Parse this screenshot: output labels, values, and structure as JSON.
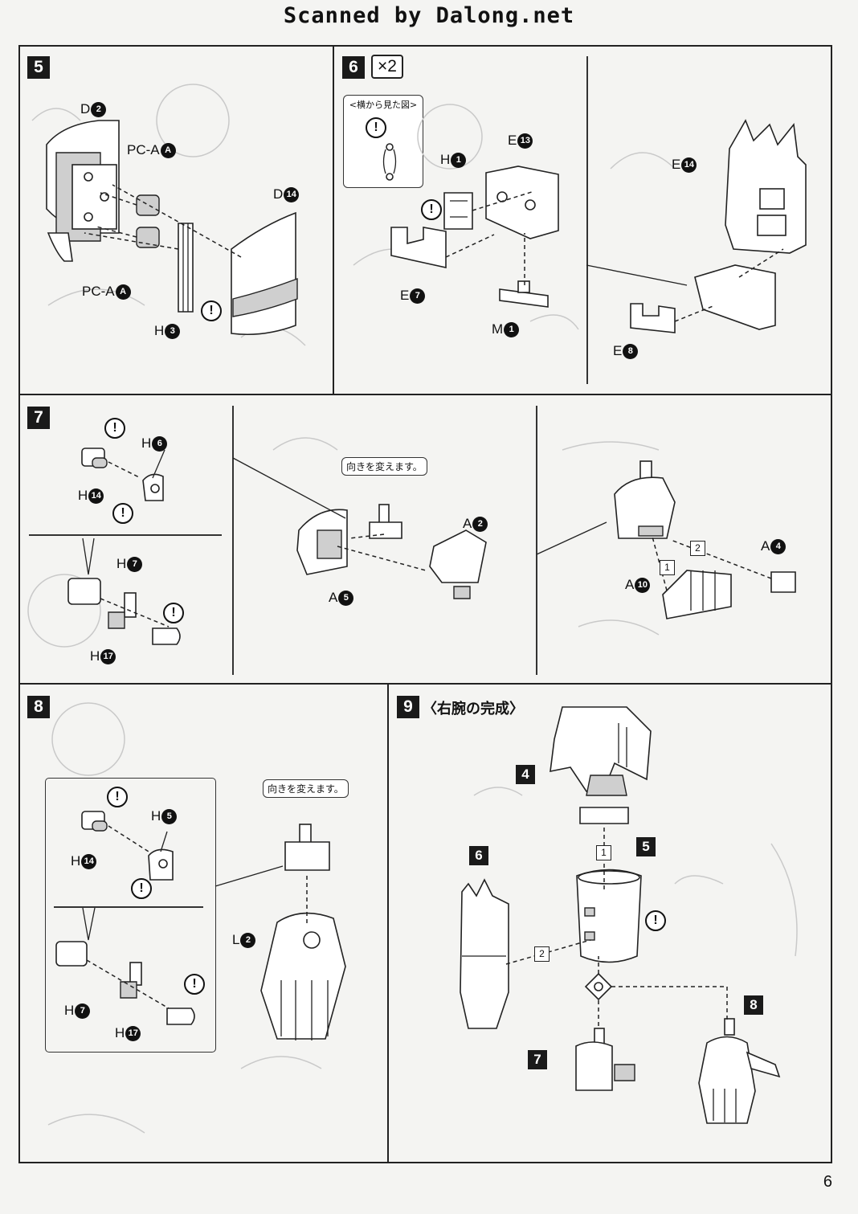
{
  "header": {
    "text": "Scanned by Dalong.net"
  },
  "page_number": "6",
  "step5": {
    "badge": "5",
    "labels": [
      {
        "letter": "D",
        "num": "2"
      },
      {
        "letter": "PC-A",
        "num": "A"
      },
      {
        "letter": "D",
        "num": "14"
      },
      {
        "letter": "PC-A",
        "num": "A"
      },
      {
        "letter": "H",
        "num": "3"
      }
    ]
  },
  "step6": {
    "badge": "6",
    "multiplier": "×2",
    "side_view_title": "<横から見た図>",
    "labels": [
      {
        "letter": "H",
        "num": "1"
      },
      {
        "letter": "E",
        "num": "13"
      },
      {
        "letter": "E",
        "num": "7"
      },
      {
        "letter": "M",
        "num": "1"
      },
      {
        "letter": "E",
        "num": "14"
      },
      {
        "letter": "E",
        "num": "8"
      }
    ]
  },
  "step7": {
    "badge": "7",
    "note": "向きを変えます。",
    "labels": [
      {
        "letter": "H",
        "num": "6"
      },
      {
        "letter": "H",
        "num": "14"
      },
      {
        "letter": "H",
        "num": "7"
      },
      {
        "letter": "H",
        "num": "17"
      },
      {
        "letter": "A",
        "num": "2"
      },
      {
        "letter": "A",
        "num": "5"
      },
      {
        "letter": "A",
        "num": "4"
      },
      {
        "letter": "A",
        "num": "10"
      }
    ],
    "order": [
      "1",
      "2"
    ]
  },
  "step8": {
    "badge": "8",
    "note": "向きを変えます。",
    "labels": [
      {
        "letter": "H",
        "num": "5"
      },
      {
        "letter": "H",
        "num": "14"
      },
      {
        "letter": "H",
        "num": "7"
      },
      {
        "letter": "H",
        "num": "17"
      },
      {
        "letter": "L",
        "num": "2"
      }
    ]
  },
  "step9": {
    "badge": "9",
    "title": "〈右腕の完成〉",
    "refs": [
      "4",
      "5",
      "6",
      "7",
      "8"
    ],
    "order": [
      "1",
      "2"
    ]
  },
  "warning_symbol": "!"
}
